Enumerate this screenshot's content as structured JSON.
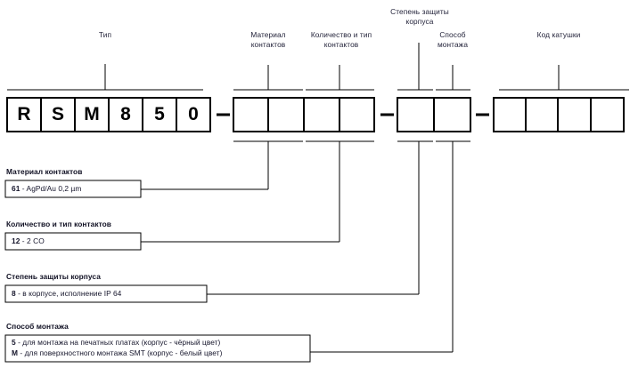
{
  "diagram": {
    "title_code": "RSM850",
    "code_chars": [
      "R",
      "S",
      "M",
      "8",
      "5",
      "0"
    ],
    "separator": "–",
    "headers": [
      {
        "key": "type",
        "label": "Тип"
      },
      {
        "key": "contact_material",
        "label": "Материал\nконтактов"
      },
      {
        "key": "contact_count_type",
        "label": "Количество и тип\nконтактов"
      },
      {
        "key": "protection_degree",
        "label": "Степень защиты\nкорпуса"
      },
      {
        "key": "mounting_method",
        "label": "Способ\nмонтажа"
      },
      {
        "key": "coil_code",
        "label": "Код катушки"
      }
    ],
    "legends": [
      {
        "key": "contact_material",
        "title": "Материал контактов",
        "lines": [
          {
            "code": "61",
            "text": " - AgPd/Au 0,2 µm"
          }
        ]
      },
      {
        "key": "contact_count_type",
        "title": "Количество и тип контактов",
        "lines": [
          {
            "code": "12",
            "text": " - 2 CO"
          }
        ]
      },
      {
        "key": "protection_degree",
        "title": "Степень защиты корпуса",
        "lines": [
          {
            "code": "8",
            "text": " - в корпусе, исполнение IP 64"
          }
        ]
      },
      {
        "key": "mounting_method",
        "title": "Способ монтажа",
        "lines": [
          {
            "code": "5",
            "text": " - для монтажа на печатных платах (корпус - чёрный цвет)"
          },
          {
            "code": "M",
            "text": " - для поверхностного монтажа SMT (корпус - белый цвет)"
          }
        ]
      }
    ],
    "colors": {
      "line": "#000000",
      "text": "#15152b",
      "background": "#ffffff"
    }
  }
}
